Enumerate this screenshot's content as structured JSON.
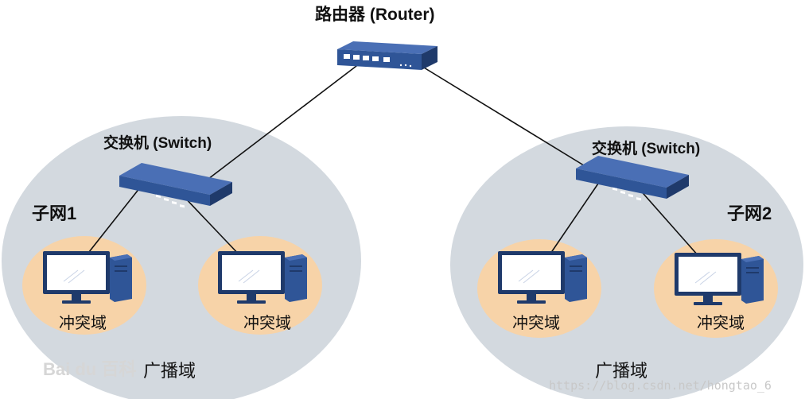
{
  "router": {
    "label": "路由器 (Router)"
  },
  "left_subnet": {
    "switch_label": "交换机 (Switch)",
    "subnet_label": "子网1",
    "broadcast_label": "广播域",
    "collision_domains": [
      {
        "label": "冲突域"
      },
      {
        "label": "冲突域"
      }
    ]
  },
  "right_subnet": {
    "switch_label": "交换机 (Switch)",
    "subnet_label": "子网2",
    "broadcast_label": "广播域",
    "collision_domains": [
      {
        "label": "冲突域"
      },
      {
        "label": "冲突域"
      }
    ]
  },
  "colors": {
    "broadcast_domain": "#d3d9df",
    "collision_domain": "#f7d3a8",
    "device_blue": "#2f5597",
    "device_dark": "#1f3a6b",
    "link": "#111111"
  },
  "watermark": {
    "text": "https://blog.csdn.net/hongtao_6",
    "logo_text": "Bai du 百科"
  }
}
